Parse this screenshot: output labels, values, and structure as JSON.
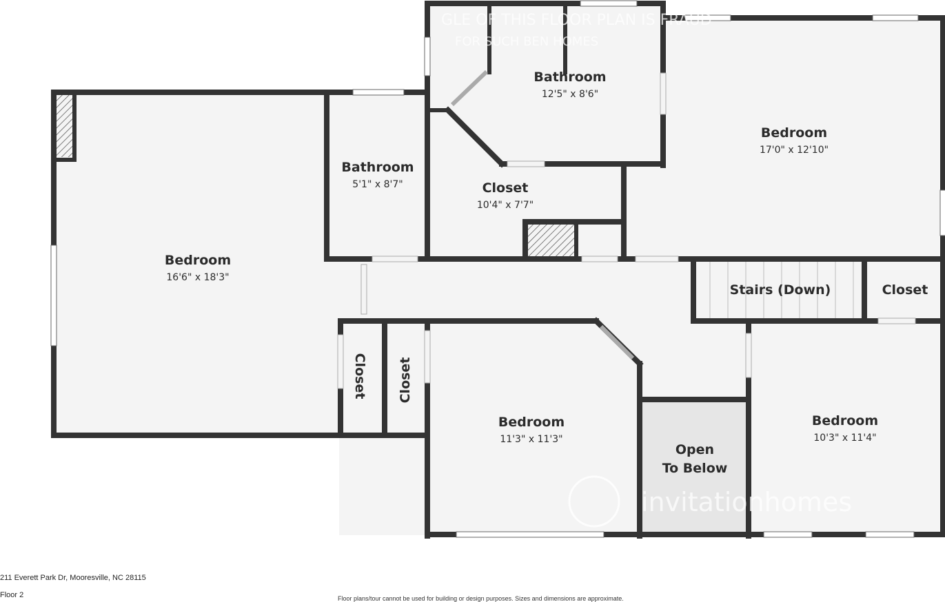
{
  "rooms": [
    {
      "name": "Bathroom",
      "dims": "12'5\" x 8'6\""
    },
    {
      "name": "Bedroom",
      "dims": "17'0\" x 12'10\""
    },
    {
      "name": "Bathroom",
      "dims": "5'1\" x 8'7\""
    },
    {
      "name": "Closet",
      "dims": "10'4\" x 7'7\""
    },
    {
      "name": "Bedroom",
      "dims": "16'6\" x 18'3\""
    },
    {
      "name": "Stairs (Down)",
      "dims": ""
    },
    {
      "name": "Closet",
      "dims": ""
    },
    {
      "name": "Closet",
      "dims": ""
    },
    {
      "name": "Closet",
      "dims": ""
    },
    {
      "name": "Bedroom",
      "dims": "11'3\" x 11'3\""
    },
    {
      "name": "Open",
      "name2": "To Below",
      "dims": ""
    },
    {
      "name": "Bedroom",
      "dims": "10'3\" x 11'4\""
    }
  ],
  "watermark": {
    "top_line1": "GLE OF THIS FLOOR PLAN IS FRAUD",
    "top_line2": "FOR SUCH BEN HOMES",
    "brand": "invitationhomes"
  },
  "footer": {
    "address": "211 Everett Park Dr, Mooresville, NC 28115",
    "floor": "Floor 2",
    "disclaimer": "Floor plans/tour cannot be used for building or design purposes. Sizes and dimensions are approximate."
  },
  "colors": {
    "wall": "#333333",
    "floor": "#f4f4f4",
    "open_area": "#e6e6e6",
    "window": "#ffffff"
  }
}
